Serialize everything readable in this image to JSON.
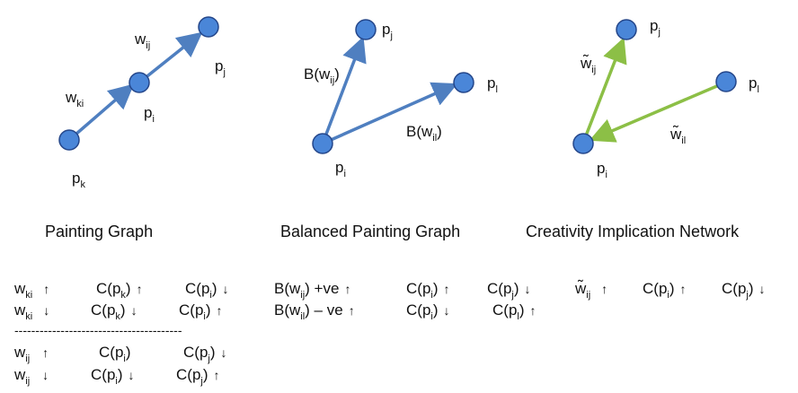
{
  "colors": {
    "node": "#4a86d8",
    "node_stroke": "#24468a",
    "blue_edge": "#4f7fc0",
    "green_edge": "#8cbf46"
  },
  "graph1": {
    "caption": "Painting Graph",
    "pk": {
      "m": "p",
      "s": "k"
    },
    "pi": {
      "m": "p",
      "s": "i"
    },
    "pj": {
      "m": "p",
      "s": "j"
    },
    "wki": {
      "m": "w",
      "s": "ki"
    },
    "wij": {
      "m": "w",
      "s": "ij"
    }
  },
  "graph2": {
    "caption": "Balanced Painting Graph",
    "pi": {
      "m": "p",
      "s": "i"
    },
    "pj": {
      "m": "p",
      "s": "j"
    },
    "pl": {
      "m": "p",
      "s": "l"
    },
    "bwij": {
      "m": "B(w",
      "s": "ij",
      "t": ")"
    },
    "bwil": {
      "m": "B(w",
      "s": "il",
      "t": ")"
    }
  },
  "graph3": {
    "caption": "Creativity Implication Network",
    "pi": {
      "m": "p",
      "s": "i"
    },
    "pj": {
      "m": "p",
      "s": "j"
    },
    "pl": {
      "m": "p",
      "s": "l"
    },
    "wij": {
      "m": "w̃",
      "s": "ij"
    },
    "wil": {
      "m": "w̃",
      "s": "il"
    }
  },
  "rules": {
    "up": "↑",
    "down": "↓",
    "separator": "----------------------------------------",
    "r1": {
      "a": "w",
      "as": "ki",
      "b": "C(p",
      "bs": "k",
      "c": "C(p",
      "cs": "i",
      "close": ")"
    },
    "r2": {
      "a": "w",
      "as": "ki",
      "b": "C(p",
      "bs": "k",
      "c": "C(p",
      "cs": "i",
      "close": ")"
    },
    "r3": {
      "a": "w",
      "as": "ij",
      "b": "C(p",
      "bs": "i",
      "c": "C(p",
      "cs": "j",
      "close": ")"
    },
    "r4": {
      "a": "w",
      "as": "ij",
      "b": "C(p",
      "bs": "i",
      "c": "C(p",
      "cs": "j",
      "close": ")"
    },
    "b1": {
      "a": "B(w",
      "as": "ij",
      "at": ")  +ve",
      "b": "C(p",
      "bs": "i",
      "c": "C(p",
      "cs": "j",
      "close": ")"
    },
    "b2": {
      "a": "B(w",
      "as": "il",
      "at": ") – ve",
      "b": "C(p",
      "bs": "i",
      "c": "C(p",
      "cs": "l",
      "close": ")"
    },
    "c1": {
      "a": "w̃",
      "as": "ij",
      "b": "C(p",
      "bs": "i",
      "c": "C(p",
      "cs": "j",
      "close": ")"
    }
  }
}
